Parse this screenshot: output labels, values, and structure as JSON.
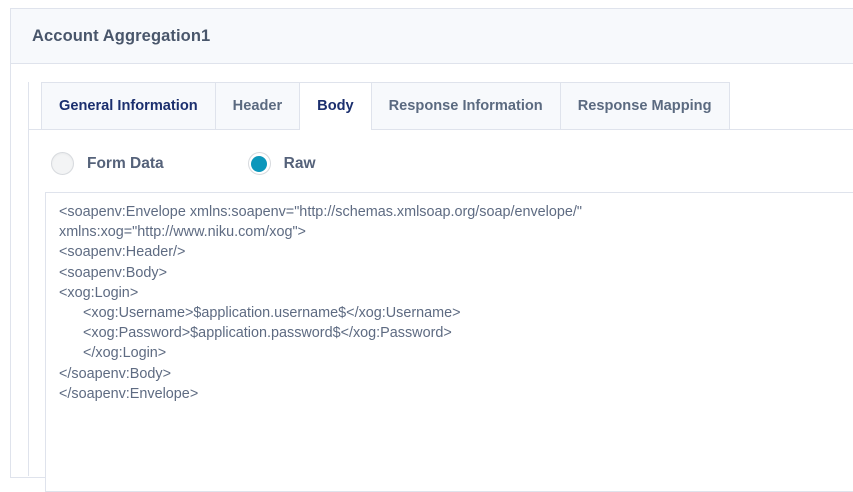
{
  "card": {
    "title": "Account Aggregation1"
  },
  "tabs": [
    {
      "label": "General Information",
      "state": "navy",
      "active": false
    },
    {
      "label": "Header",
      "state": "grey",
      "active": false
    },
    {
      "label": "Body",
      "state": "navy",
      "active": true
    },
    {
      "label": "Response Information",
      "state": "grey",
      "active": false
    },
    {
      "label": "Response Mapping",
      "state": "grey",
      "active": false
    }
  ],
  "body_mode": {
    "options": [
      {
        "label": "Form Data",
        "selected": false
      },
      {
        "label": "Raw",
        "selected": true
      }
    ],
    "selected": "Raw"
  },
  "raw_editor": {
    "content": "<soapenv:Envelope xmlns:soapenv=\"http://schemas.xmlsoap.org/soap/envelope/\"\nxmlns:xog=\"http://www.niku.com/xog\">\n<soapenv:Header/>\n<soapenv:Body>\n<xog:Login>\n      <xog:Username>$application.username$</xog:Username>\n      <xog:Password>$application.password$</xog:Password>\n      </xog:Login>\n</soapenv:Body>\n</soapenv:Envelope>",
    "placeholder": ""
  },
  "colors": {
    "accent_teal": "#0c97bb",
    "tab_navy": "#1b2f6e",
    "tab_grey": "#5b6a80",
    "border": "#dfe3ec",
    "header_bg": "#f7f9fc",
    "text": "#5e6b82"
  }
}
